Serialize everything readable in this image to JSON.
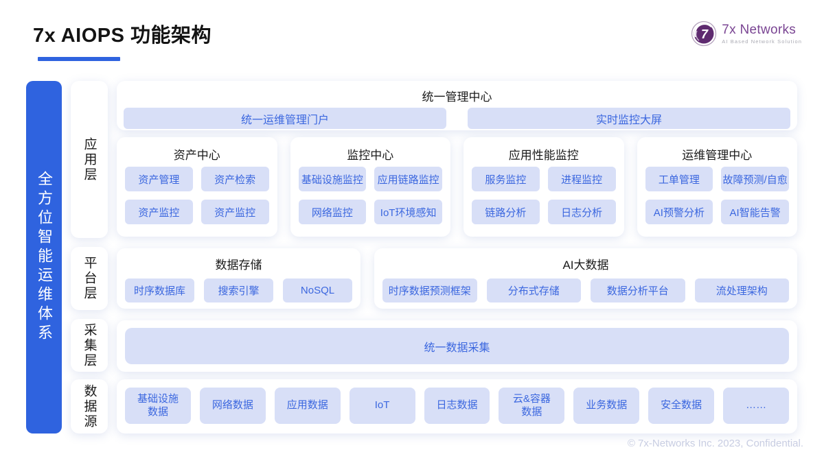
{
  "page": {
    "title": "7x AIOPS 功能架构",
    "footer": "© 7x-Networks Inc. 2023, Confidential.",
    "accent_color": "#2f63df",
    "pill_bg_color": "#d8dff7",
    "pill_text_color": "#3b67df",
    "logo_purple": "#5e2a6f"
  },
  "logo": {
    "mark": "7",
    "name": "7x Networks",
    "tagline": "AI Based Network Solution"
  },
  "sidebar": {
    "label": "全方位智能运维体系"
  },
  "layers": [
    {
      "label": "应用层"
    },
    {
      "label": "平台层"
    },
    {
      "label": "采集层"
    },
    {
      "label": "数据源"
    }
  ],
  "rows": {
    "management": {
      "title": "统一管理中心",
      "items": [
        "统一运维管理门户",
        "实时监控大屏"
      ]
    },
    "app_sections": [
      {
        "title": "资产中心",
        "items": [
          "资产管理",
          "资产检索",
          "资产监控",
          "资产监控"
        ]
      },
      {
        "title": "监控中心",
        "items": [
          "基础设施监控",
          "应用链路监控",
          "网络监控",
          "IoT环境感知"
        ]
      },
      {
        "title": "应用性能监控",
        "items": [
          "服务监控",
          "进程监控",
          "链路分析",
          "日志分析"
        ]
      },
      {
        "title": "运维管理中心",
        "items": [
          "工单管理",
          "故障预测/自愈",
          "AI预警分析",
          "AI智能告警"
        ]
      }
    ],
    "platform_sections": [
      {
        "title": "数据存储",
        "items": [
          "时序数据库",
          "搜索引擎",
          "NoSQL"
        ]
      },
      {
        "title": "AI大数据",
        "items": [
          "时序数据预测框架",
          "分布式存储",
          "数据分析平台",
          "流处理架构"
        ]
      }
    ],
    "collection": {
      "items": [
        "统一数据采集"
      ]
    },
    "datasource": {
      "items": [
        "基础设施\n数据",
        "网络数据",
        "应用数据",
        "IoT",
        "日志数据",
        "云&容器\n数据",
        "业务数据",
        "安全数据",
        "……"
      ]
    }
  }
}
